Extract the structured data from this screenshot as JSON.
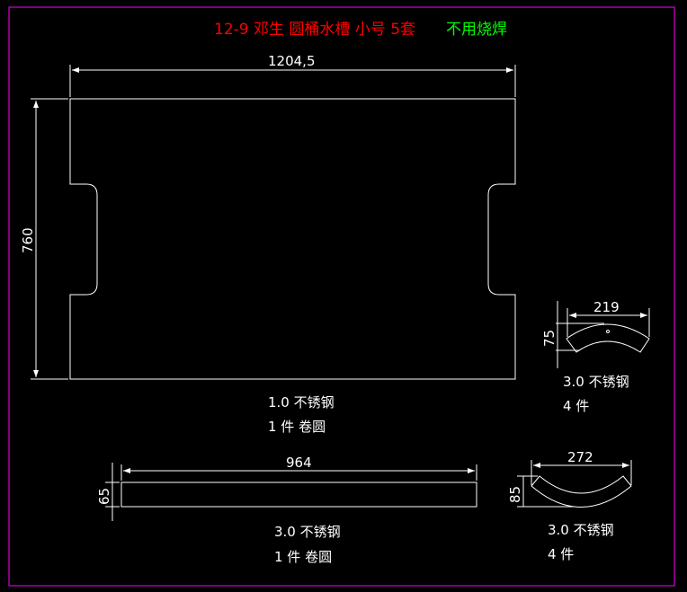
{
  "title": {
    "part1": "12-9 邓生 圆桶水槽 小号 5套",
    "part2": "不用烧焊"
  },
  "colors": {
    "background": "#000000",
    "frame": "#ff00ff",
    "title_red": "#ff0000",
    "title_green": "#00ff00",
    "lines": "#ffffff"
  },
  "main_panel": {
    "width_dim": "1204,5",
    "height_dim": "760",
    "material": "1.0 不锈钢",
    "qty": "1 件 卷圆"
  },
  "arc_small": {
    "width_dim": "219",
    "height_dim": "75",
    "material": "3.0 不锈钢",
    "qty": "4 件"
  },
  "strip": {
    "width_dim": "964",
    "height_dim": "65",
    "material": "3.0 不锈钢",
    "qty": "1 件 卷圆"
  },
  "arc_large": {
    "width_dim": "272",
    "height_dim": "85",
    "material": "3.0 不锈钢",
    "qty": "4 件"
  }
}
